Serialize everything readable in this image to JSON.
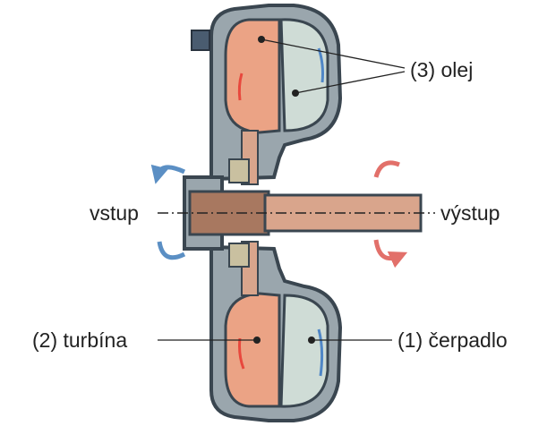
{
  "labels": {
    "oil": "(3) olej",
    "input": "vstup",
    "output": "výstup",
    "turbine": "(2) turbína",
    "pump": "(1) čerpadlo"
  },
  "colors": {
    "housing_stroke": "#3a4650",
    "housing_fill": "#9aa6ad",
    "turbine_fill": "#eba385",
    "pump_fill": "#cfdcd6",
    "shaft_fill": "#d9a58c",
    "rotation_input": "#5b8fc4",
    "rotation_output": "#e2706a",
    "flow_red": "#e8483d",
    "flow_blue": "#4f86c6",
    "bushing_fill": "#a87860"
  }
}
